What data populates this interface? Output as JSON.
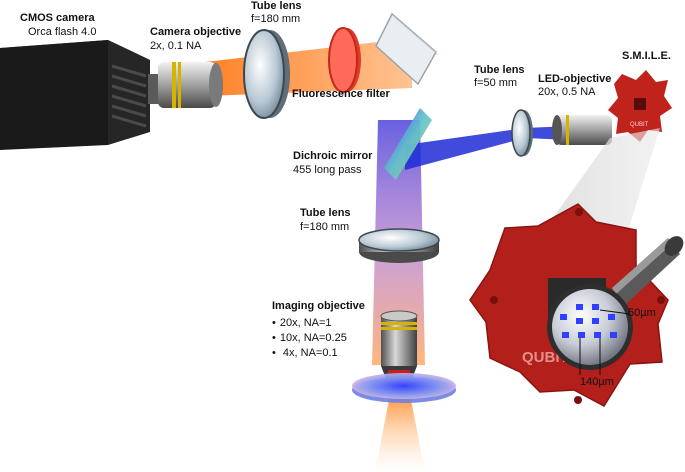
{
  "labels": {
    "cmos_title": "CMOS camera",
    "cmos_model": "Orca flash 4.0",
    "cam_obj_title": "Camera objective",
    "cam_obj_spec": "2x, 0.1 NA",
    "tube1_title": "Tube lens",
    "tube1_spec": "f=180 mm",
    "fluor_filter": "Fluorescence filter",
    "smile": "S.M.I.L.E.",
    "tube2_title": "Tube lens",
    "tube2_spec": "f=50 mm",
    "led_obj_title": "LED-objective",
    "led_obj_spec": "20x, 0.5 NA",
    "dichroic_title": "Dichroic mirror",
    "dichroic_spec": "455 long pass",
    "tube3_title": "Tube lens",
    "tube3_spec": "f=180 mm",
    "imaging_obj_title": "Imaging objective",
    "imaging_obj_options": [
      "20x, NA=1",
      "10x, NA=0.25",
      " 4x, NA=0.1"
    ],
    "spacing_small": "50µm",
    "spacing_large": "140µm",
    "logo_text": "QUBIT bot",
    "small_logo_text": "QUBIT"
  },
  "colors": {
    "emission_orange": "#ff8a2a",
    "excitation_blue": "#1f2bd6",
    "board_red": "#b3201b",
    "camera_black": "#1a1a1a",
    "filter_red": "#ff5a4a",
    "stage_blue": "#7d8fe8"
  }
}
